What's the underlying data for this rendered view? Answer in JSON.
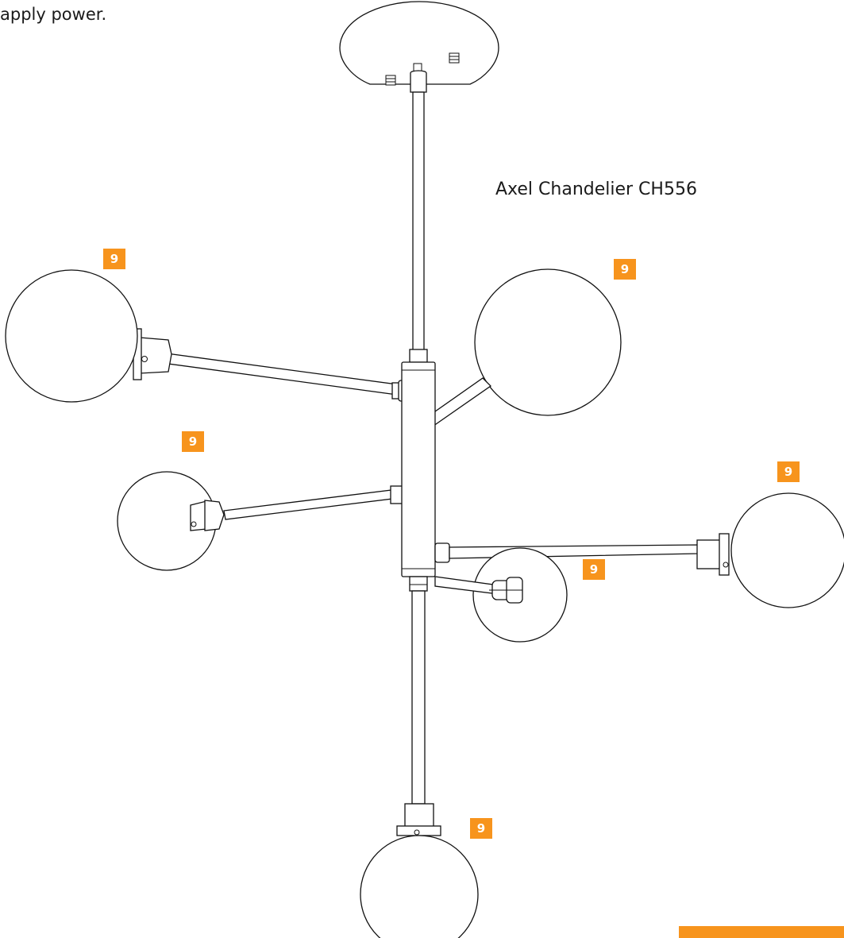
{
  "document": {
    "intro_text": "apply power.",
    "product_title": "Axel Chandelier CH556"
  },
  "callouts": [
    {
      "label": "9",
      "part": "globe-upper-left"
    },
    {
      "label": "9",
      "part": "globe-upper-right"
    },
    {
      "label": "9",
      "part": "globe-middle-left"
    },
    {
      "label": "9",
      "part": "globe-right"
    },
    {
      "label": "9",
      "part": "globe-lower-center"
    },
    {
      "label": "9",
      "part": "globe-bottom"
    }
  ],
  "colors": {
    "callout_bg": "#f7941d",
    "line": "#111111",
    "background": "#ffffff"
  }
}
